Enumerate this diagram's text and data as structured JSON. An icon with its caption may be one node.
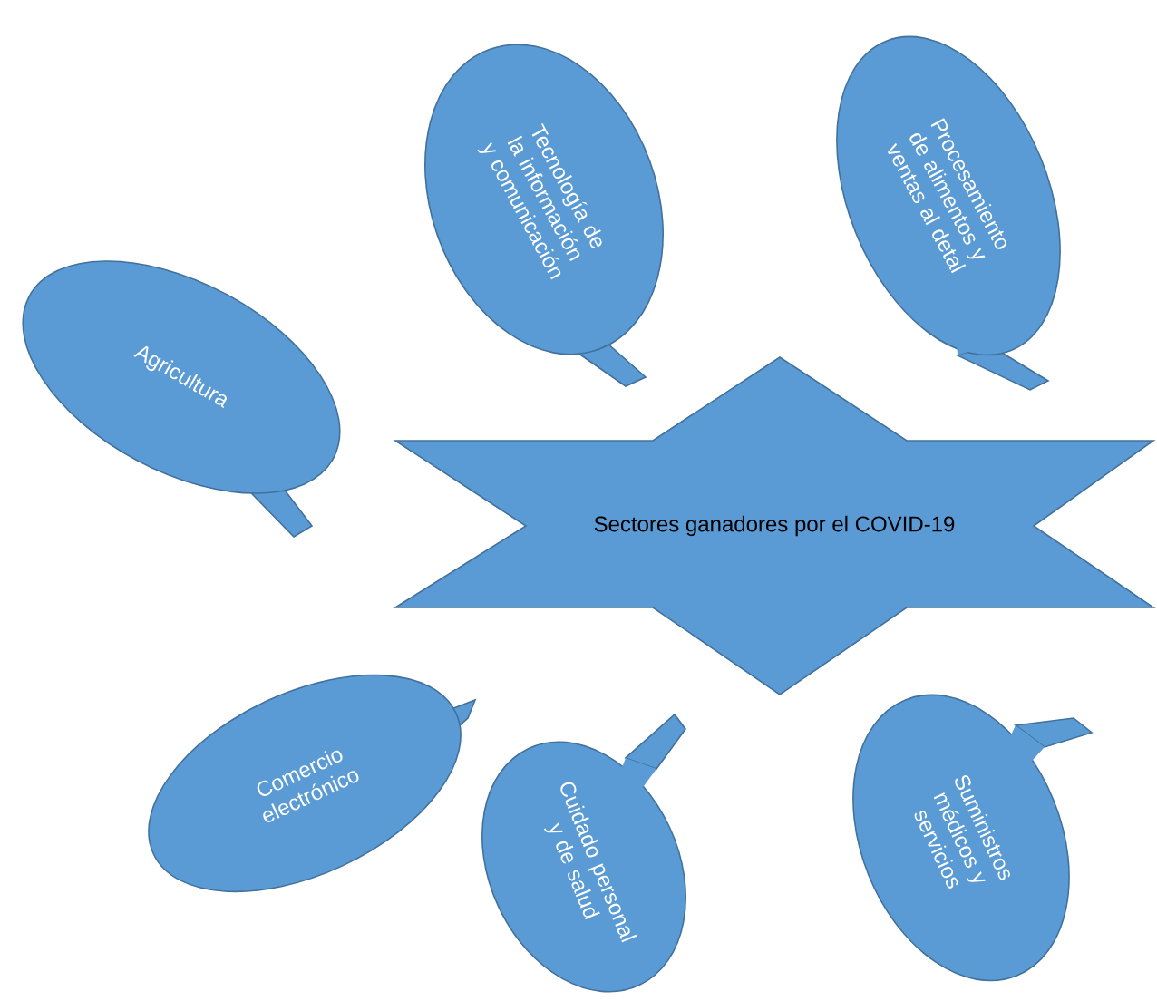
{
  "diagram": {
    "nodes": [
      {
        "text": [
          "Tecnología de la información y comunicación"
        ]
      },
      {
        "text": [
          "Procesamiento de alimentos y ventas al detal"
        ]
      },
      {
        "text": [
          "Agricultura"
        ]
      },
      {
        "text": [
          "Sectores ganadores por el COVID-19"
        ]
      },
      {
        "text": [
          "Comercio electrónico"
        ]
      },
      {
        "text": [
          "Cuidado personal y de salud"
        ]
      },
      {
        "text": [
          "Suministros médicos y servicios"
        ]
      }
    ]
  }
}
